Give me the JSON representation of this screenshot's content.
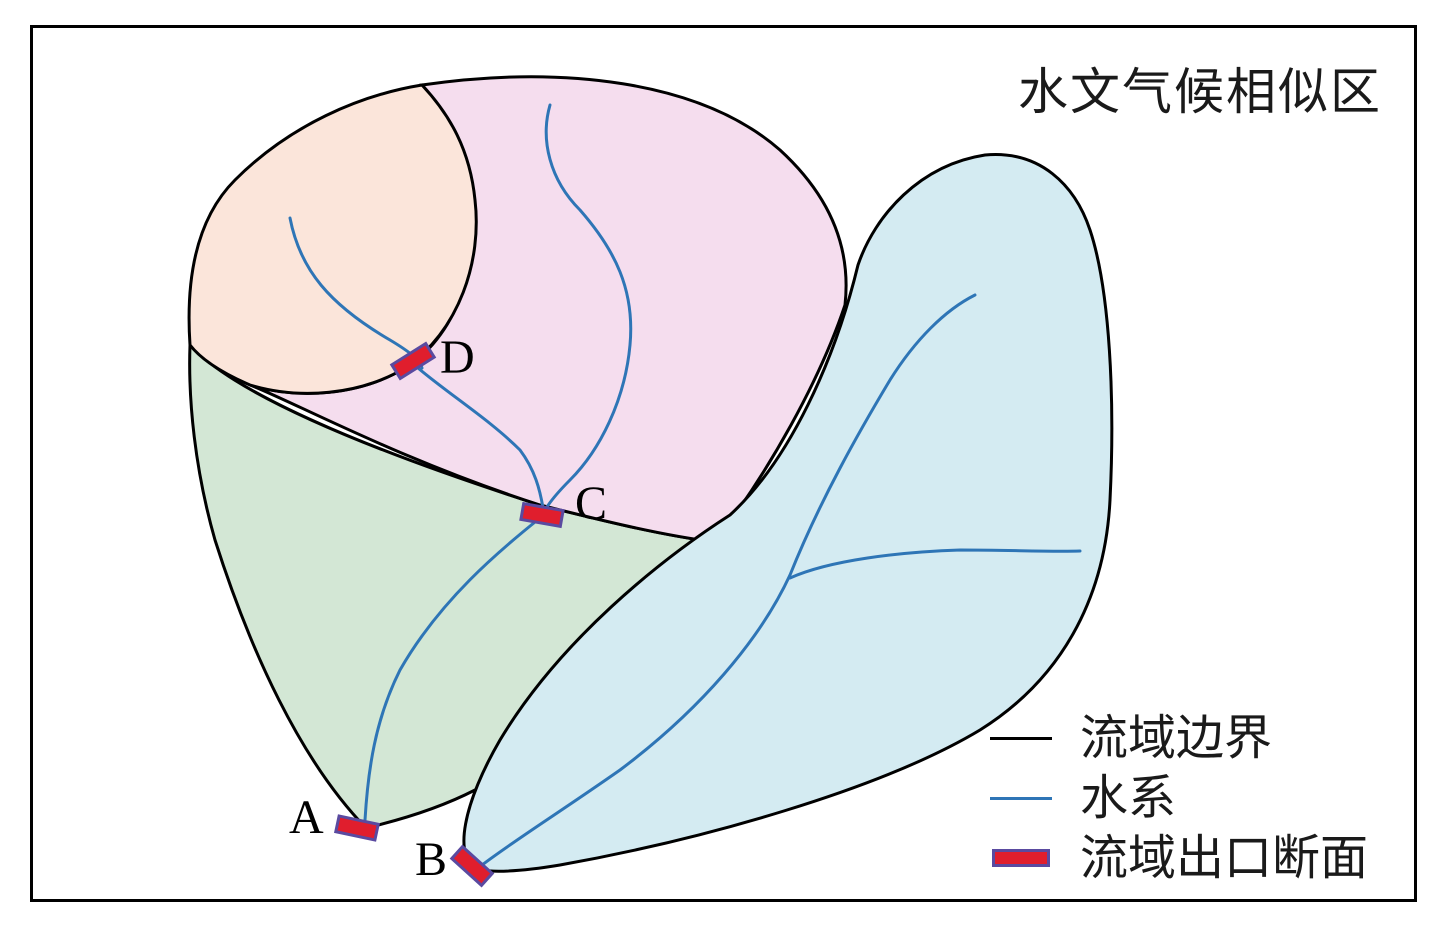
{
  "title": "水文气候相似区",
  "points": {
    "a": "A",
    "b": "B",
    "c": "C",
    "d": "D"
  },
  "legend": {
    "boundary": "流域边界",
    "river": "水系",
    "outlet": "流域出口断面"
  },
  "colors": {
    "boundary": "#000000",
    "river": "#2e75b6",
    "outlet_fill": "#e01e2d",
    "outlet_border": "#5a4aa0",
    "region_orange": "#fbe5da",
    "region_pink": "#f5ddee",
    "region_green": "#d3e7d5",
    "region_blue": "#d4ebf2"
  }
}
